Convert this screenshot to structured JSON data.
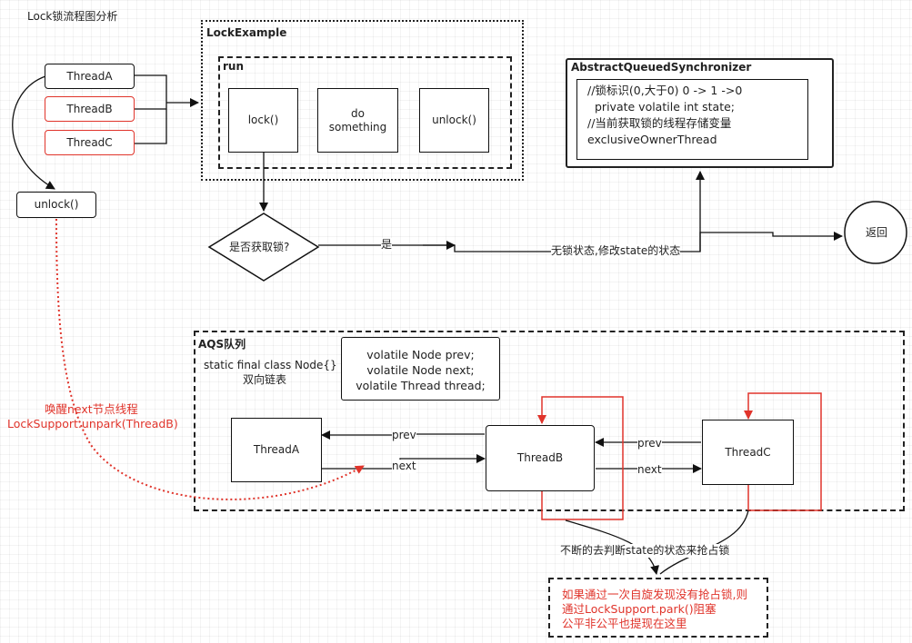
{
  "page_title": "Lock锁流程图分析",
  "threads": [
    "ThreadA",
    "ThreadB",
    "ThreadC"
  ],
  "unlock_label": "unlock()",
  "lock_example": {
    "title": "LockExample",
    "run_title": "run",
    "lock": "lock()",
    "do_line1": "do",
    "do_line2": "something",
    "unlock": "unlock()"
  },
  "aqs": {
    "title": "AbstractQueuedSynchronizer",
    "code": [
      "//锁标识(0,大于0) 0 -> 1 ->0",
      "private volatile int state;",
      "//当前获取锁的线程存储变量",
      "exclusiveOwnerThread"
    ]
  },
  "decision": {
    "question": "是否获取锁?",
    "yes": "是",
    "state_change": "无锁状态,修改state的状态",
    "return": "返回"
  },
  "queue": {
    "title": "AQS队列",
    "node_line1": "static final class Node{}",
    "node_line2": "双向链表",
    "fields": [
      "volatile Node prev;",
      "volatile Node next;",
      "volatile Thread thread;"
    ],
    "prev": "prev",
    "next": "next"
  },
  "wake": {
    "line1": "唤醒next节点线程",
    "line2": "LockSupport.unpark(ThreadB)"
  },
  "spin_text": "不断的去判断state的状态来抢占锁",
  "block_note": [
    "如果通过一次自旋发现没有抢占锁,则",
    "通过LockSupport.park()阻塞",
    "公平非公平也提现在这里"
  ],
  "colors": {
    "accent_red": "#e0342b",
    "line": "#111111"
  }
}
